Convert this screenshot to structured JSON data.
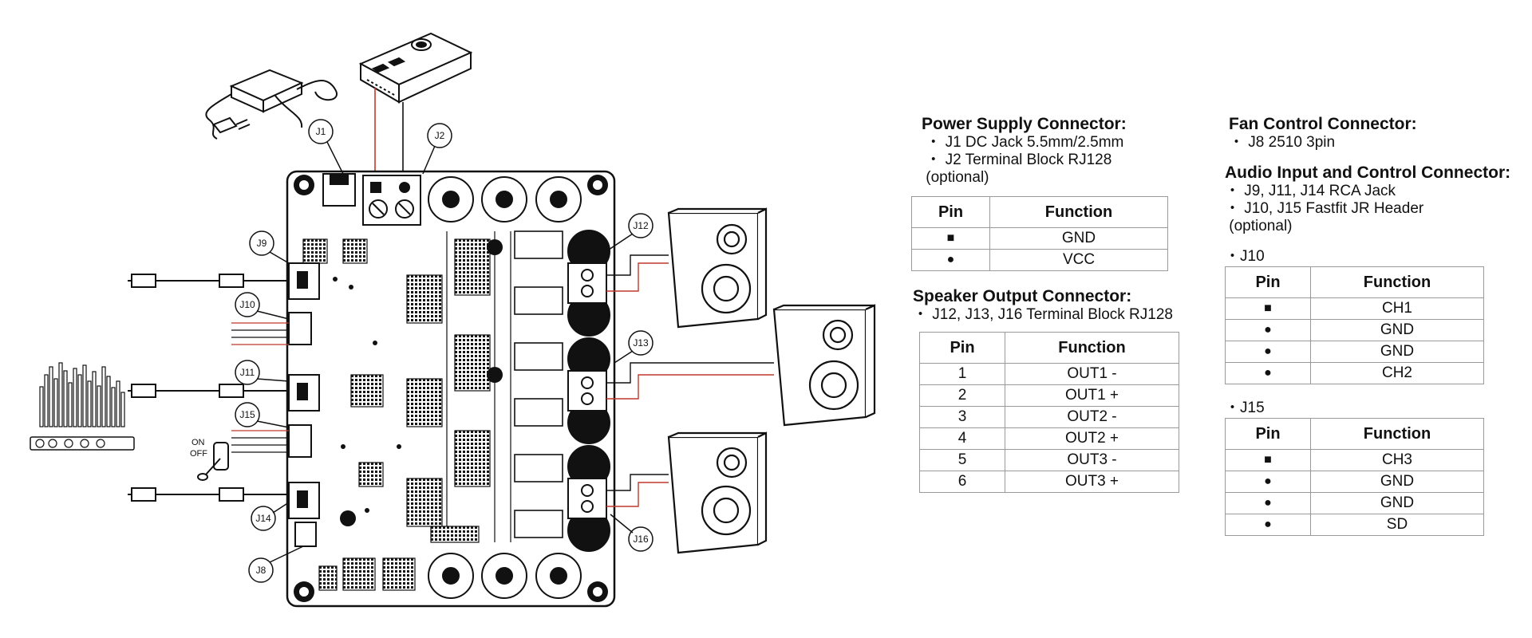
{
  "labels": {
    "j1": "J1",
    "j2": "J2",
    "j8": "J8",
    "j9": "J9",
    "j10": "J10",
    "j11": "J11",
    "j12": "J12",
    "j13": "J13",
    "j14": "J14",
    "j15": "J15",
    "j16": "J16",
    "on": "ON",
    "off": "OFF"
  },
  "power": {
    "title": "Power Supply Connector:",
    "items": [
      "J1 DC Jack 5.5mm/2.5mm",
      "J2 Terminal Block RJ128"
    ],
    "note": "(optional)",
    "table": {
      "headers": [
        "Pin",
        "Function"
      ],
      "rows": [
        [
          "■",
          "GND"
        ],
        [
          "●",
          "VCC"
        ]
      ]
    }
  },
  "speaker": {
    "title": "Speaker Output Connector:",
    "items": [
      "J12, J13, J16 Terminal Block RJ128"
    ],
    "table": {
      "headers": [
        "Pin",
        "Function"
      ],
      "rows": [
        [
          "1",
          "OUT1 -"
        ],
        [
          "2",
          "OUT1 +"
        ],
        [
          "3",
          "OUT2 -"
        ],
        [
          "4",
          "OUT2 +"
        ],
        [
          "5",
          "OUT3 -"
        ],
        [
          "6",
          "OUT3 +"
        ]
      ]
    }
  },
  "fan": {
    "title": "Fan Control Connector:",
    "items": [
      "J8 2510 3pin"
    ]
  },
  "audio": {
    "title": "Audio Input and Control Connector:",
    "items": [
      "J9, J11, J14 RCA Jack",
      "J10, J15 Fastfit JR Header"
    ],
    "note": "(optional)",
    "j10": {
      "label": "J10",
      "headers": [
        "Pin",
        "Function"
      ],
      "rows": [
        [
          "■",
          "CH1"
        ],
        [
          "●",
          "GND"
        ],
        [
          "●",
          "GND"
        ],
        [
          "●",
          "CH2"
        ]
      ]
    },
    "j15": {
      "label": "J15",
      "headers": [
        "Pin",
        "Function"
      ],
      "rows": [
        [
          "■",
          "CH3"
        ],
        [
          "●",
          "GND"
        ],
        [
          "●",
          "GND"
        ],
        [
          "●",
          "SD"
        ]
      ]
    }
  },
  "colors": {
    "wire_red": "#c0392b",
    "line": "#111111",
    "table_border": "#9a9a9a"
  }
}
